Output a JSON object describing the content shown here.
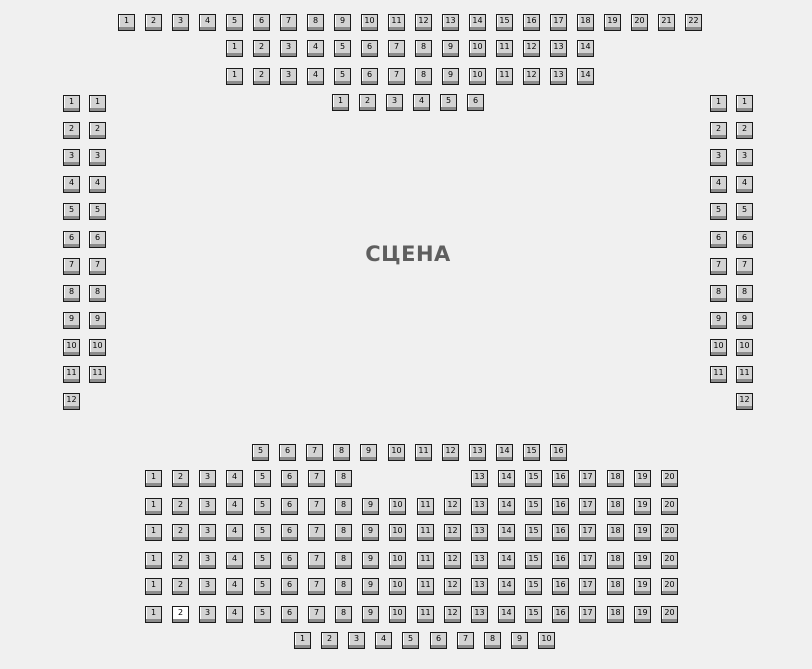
{
  "stage_label": "СЦЕНА",
  "colors": {
    "background": "#f0f0f0",
    "seat_fill": "#d3d3d3",
    "seat_free_fill": "#ffffff",
    "seat_border": "#1a1a1a",
    "stage_text": "#5f5f5f"
  },
  "blocks": [
    {
      "id": "balcony",
      "rows": [
        {
          "seats": [
            1,
            2,
            3,
            4,
            5,
            6,
            7,
            8,
            9,
            10,
            11,
            12,
            13,
            14,
            15,
            16,
            17,
            18,
            19,
            20,
            21,
            22
          ]
        },
        {
          "seats": [
            1,
            2,
            3,
            4,
            5,
            6,
            7,
            8,
            9,
            10,
            11,
            12,
            13,
            14
          ]
        },
        {
          "seats": [
            1,
            2,
            3,
            4,
            5,
            6,
            7,
            8,
            9,
            10,
            11,
            12,
            13,
            14
          ]
        },
        {
          "seats": [
            1,
            2,
            3,
            4,
            5,
            6
          ]
        }
      ]
    },
    {
      "id": "left-side",
      "columns": [
        {
          "seats": [
            1,
            2,
            3,
            4,
            5,
            6,
            7,
            8,
            9,
            10,
            11,
            12
          ]
        },
        {
          "seats": [
            1,
            2,
            3,
            4,
            5,
            6,
            7,
            8,
            9,
            10,
            11
          ]
        }
      ]
    },
    {
      "id": "right-side",
      "columns": [
        {
          "seats": [
            1,
            2,
            3,
            4,
            5,
            6,
            7,
            8,
            9,
            10,
            11
          ]
        },
        {
          "seats": [
            1,
            2,
            3,
            4,
            5,
            6,
            7,
            8,
            9,
            10,
            11,
            12
          ]
        }
      ]
    },
    {
      "id": "parterre",
      "rows": [
        {
          "seats": [
            5,
            6,
            7,
            8,
            9,
            10,
            11,
            12,
            13,
            14,
            15,
            16
          ]
        },
        {
          "seats": [
            1,
            2,
            3,
            4,
            5,
            6,
            7,
            8,
            13,
            14,
            15,
            16,
            17,
            18,
            19,
            20
          ]
        },
        {
          "seats": [
            1,
            2,
            3,
            4,
            5,
            6,
            7,
            8,
            9,
            10,
            11,
            12,
            13,
            14,
            15,
            16,
            17,
            18,
            19,
            20
          ]
        },
        {
          "seats": [
            1,
            2,
            3,
            4,
            5,
            6,
            7,
            8,
            9,
            10,
            11,
            12,
            13,
            14,
            15,
            16,
            17,
            18,
            19,
            20
          ]
        },
        {
          "seats": [
            1,
            2,
            3,
            4,
            5,
            6,
            7,
            8,
            9,
            10,
            11,
            12,
            13,
            14,
            15,
            16,
            17,
            18,
            19,
            20
          ]
        },
        {
          "seats": [
            1,
            2,
            3,
            4,
            5,
            6,
            7,
            8,
            9,
            10,
            11,
            12,
            13,
            14,
            15,
            16,
            17,
            18,
            19,
            20
          ]
        },
        {
          "seats": [
            1,
            2,
            3,
            4,
            5,
            6,
            7,
            8,
            9,
            10,
            11,
            12,
            13,
            14,
            15,
            16,
            17,
            18,
            19,
            20
          ],
          "free": [
            2
          ]
        },
        {
          "seats": [
            1,
            2,
            3,
            4,
            5,
            6,
            7,
            8,
            9,
            10
          ]
        }
      ]
    }
  ]
}
